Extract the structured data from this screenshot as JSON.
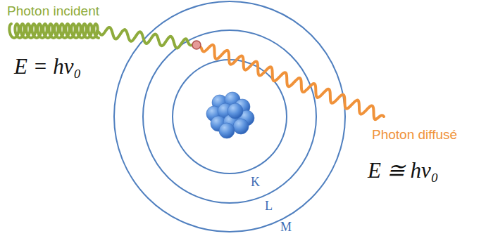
{
  "diagram": {
    "labels": [
      "Photon incident",
      "E = hν₀",
      "Photon diffusé",
      "E ≅ hν₀",
      "K",
      "L",
      "M"
    ]
  }
}
